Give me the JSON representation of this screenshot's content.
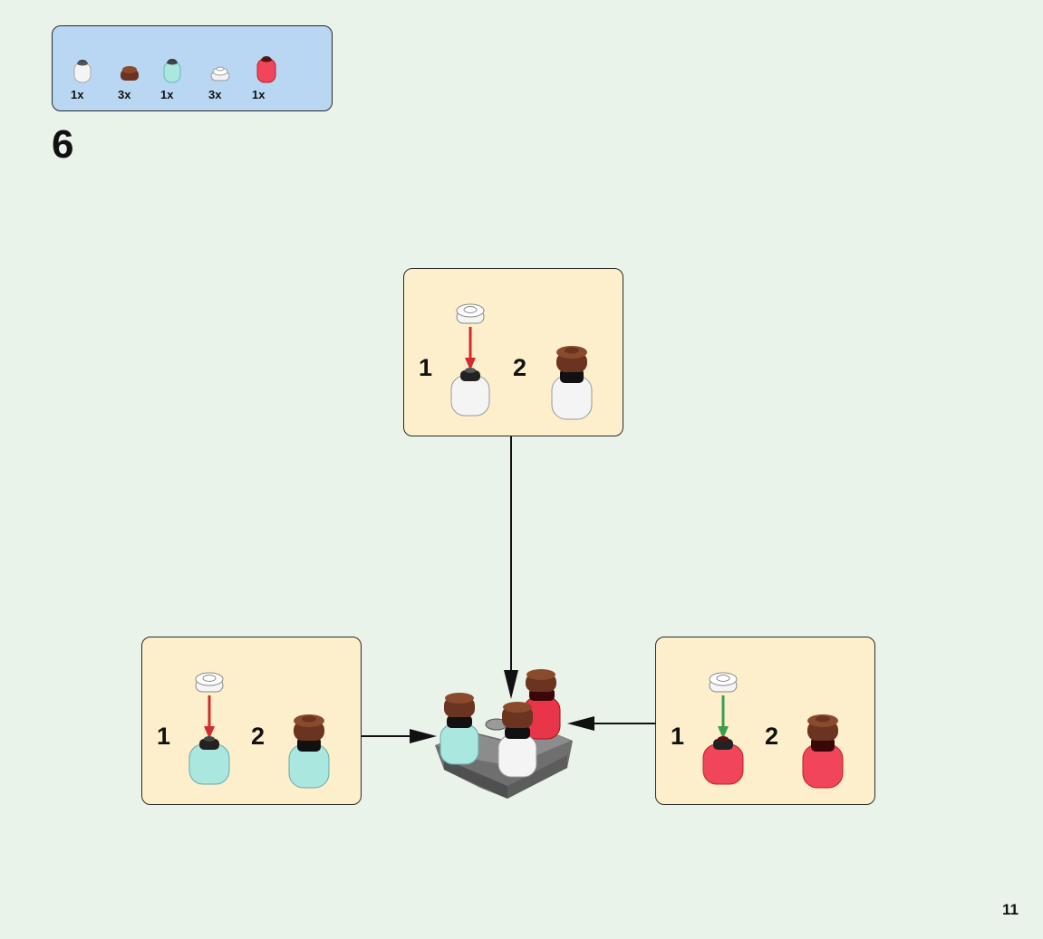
{
  "parts_list": {
    "items": [
      {
        "part": "trans-clear-bottle-icon",
        "qty": "1x"
      },
      {
        "part": "brown-round-plate-icon",
        "qty": "3x"
      },
      {
        "part": "trans-light-blue-bottle-icon",
        "qty": "1x"
      },
      {
        "part": "trans-clear-round-plate-icon",
        "qty": "3x"
      },
      {
        "part": "trans-red-bottle-icon",
        "qty": "1x"
      }
    ]
  },
  "step": {
    "number": "6"
  },
  "callouts": {
    "top": {
      "substep1": "1",
      "substep2": "2",
      "bottle_color": "#f4f4f4",
      "arrow_color": "#d42b2b"
    },
    "left": {
      "substep1": "1",
      "substep2": "2",
      "bottle_color": "#a9e7df",
      "arrow_color": "#d42b2b"
    },
    "right": {
      "substep1": "1",
      "substep2": "2",
      "bottle_color": "#f0455a",
      "arrow_color": "#3b9e4f"
    }
  },
  "page": {
    "number": "11"
  },
  "colors": {
    "background": "#eaf3ea",
    "parts_box": "#b9d7f3",
    "callout": "#fdefcc",
    "brown": "#6b3420"
  }
}
